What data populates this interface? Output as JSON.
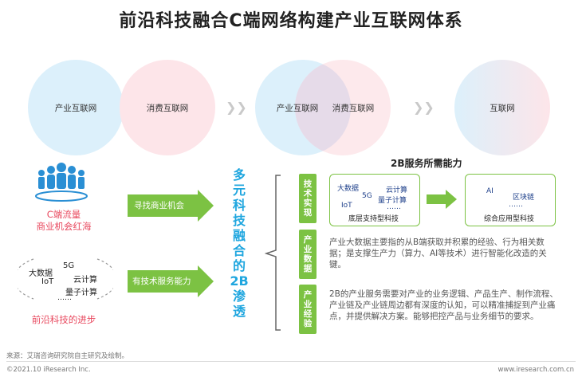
{
  "title": "前沿科技融合C端网络构建产业互联网体系",
  "top_row": {
    "circle1": "产业互联网",
    "circle2": "消费互联网",
    "circle3": "产业互联网",
    "circle4": "消费互联网",
    "circle5": "互联网"
  },
  "left": {
    "c_label_line1": "C端流量",
    "c_label_line2": "商业机会红海",
    "tech_words": [
      "大数据",
      "5G",
      "IoT",
      "云计算",
      "量子计算",
      "……"
    ],
    "tech_label": "前沿科技的进步",
    "arrow1": "寻找商业机会",
    "arrow2": "有技术服务能力"
  },
  "multi_text": [
    "多",
    "元",
    "科",
    "技",
    "融",
    "合",
    "的",
    "2B",
    "渗",
    "透"
  ],
  "right": {
    "section_title": "2B服务所需能力",
    "bars": [
      "技术实现",
      "产业数据",
      "产业经验"
    ],
    "box1_words": [
      "大数据",
      "5G",
      "云计算",
      "IoT",
      "量子计算",
      "……"
    ],
    "box1_caption": "底层支持型科技",
    "box2_words": [
      "AI",
      "区块链",
      "……"
    ],
    "box2_caption": "综合应用型科技",
    "para1": "产业大数据主要指的从B端获取并积累的经验、行为相关数据；是支撑生产力（算力、AI等技术）进行智能化改造的关键。",
    "para2": "2B的产业服务需要对产业的业务逻辑、产品生产、制作流程、产业链及产业链周边都有深度的认知，可以精准捕捉到产业痛点，并提供解决方案。能够把控产品与业务细节的要求。"
  },
  "footer": {
    "source": "来源：艾瑞咨询研究院自主研究及绘制。",
    "copyright": "©2021.10 iResearch Inc.",
    "website": "www.iresearch.com.cn"
  },
  "colors": {
    "blue_circle": "#dcf0fb",
    "pink_circle": "#fde5e9",
    "green": "#7cc243",
    "cyan_text": "#1fa6df",
    "red_text": "#e8485e"
  }
}
